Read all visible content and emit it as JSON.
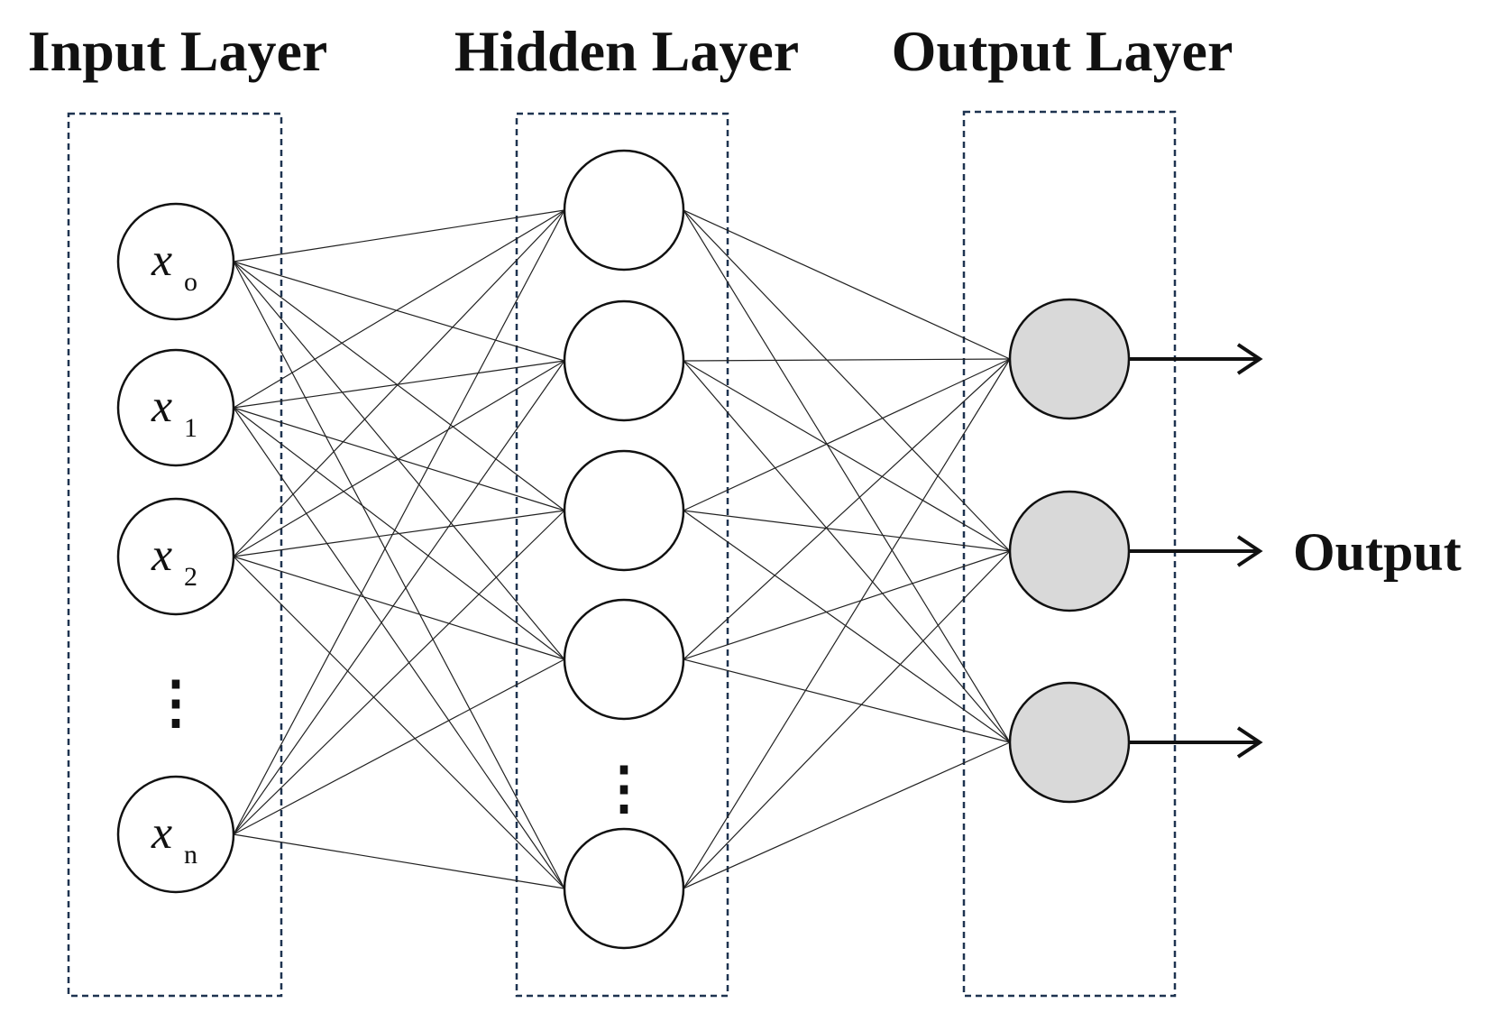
{
  "titles": {
    "input_layer": "Input Layer",
    "hidden_layer": "Hidden Layer",
    "output_layer": "Output Layer"
  },
  "output_label": "Output",
  "input_nodes": [
    {
      "var": "x",
      "sub": "o"
    },
    {
      "var": "x",
      "sub": "1"
    },
    {
      "var": "x",
      "sub": "2"
    },
    {
      "var": "x",
      "sub": "n"
    }
  ],
  "ellipsis": {
    "input": "⋮",
    "hidden": "⋮"
  },
  "hidden_node_count": 5,
  "output_node_count": 3,
  "colors": {
    "layer_box_border": "#1e3350",
    "input_node_fill": "#ffffff",
    "hidden_node_fill": "#ffffff",
    "output_node_fill": "#d9d9d9",
    "line": "#222222",
    "text": "#111111"
  }
}
